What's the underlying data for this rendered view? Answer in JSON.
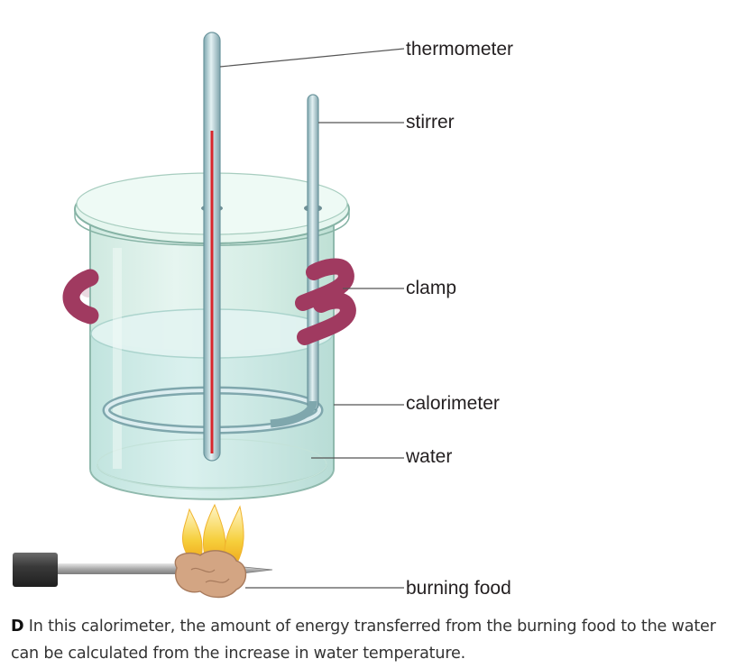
{
  "labels": {
    "thermometer": "thermometer",
    "stirrer": "stirrer",
    "clamp": "clamp",
    "calorimeter": "calorimeter",
    "water": "water",
    "burning_food": "burning food"
  },
  "caption": {
    "figure_letter": "D",
    "text": " In this calorimeter, the amount of energy transferred from the burning food to the water can be calculated from the increase in water temperature."
  },
  "colors": {
    "glass": "#d3ece4",
    "glass_edge": "#8fb9ad",
    "clamp": "#a03a60",
    "thermometer_liquid": "#d8262b",
    "flame": "#f5c842",
    "food": "#d3a583"
  }
}
